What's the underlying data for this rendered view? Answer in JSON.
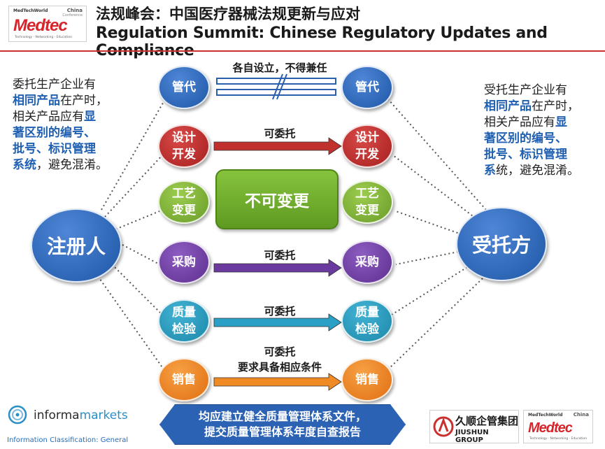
{
  "header": {
    "logo": {
      "top_text": "MedTechWorld",
      "china": "China",
      "conference": "Conference",
      "main": "Medtec",
      "tagline": "Technology · Networking · Education"
    },
    "title_cn": "法规峰会：中国医疗器械法规更新与应对",
    "title_en": "Regulation Summit: Chinese Regulatory Updates and Compliance"
  },
  "left_note": {
    "line1": "委托生产企业有",
    "hl1": "相同产品",
    "line2b": "在产时，",
    "line3a": "相关产品应有",
    "hl2": "显",
    "hl3": "著区别的编号、",
    "hl4": "批号、标识管理",
    "hl5": "系统",
    "line6b": "，避免混淆。"
  },
  "right_note": {
    "line1": "受托生产企业有",
    "hl1": "相同产品",
    "line2b": "在产时，",
    "line3a": "相关产品应有",
    "hl2": "显",
    "hl3": "著区别的编号、",
    "hl4": "批号、标识管理",
    "hl5": "系",
    "line6b": "统，避免混淆。"
  },
  "hubs": {
    "left": "注册人",
    "right": "受托方"
  },
  "rows": [
    {
      "left_l1": "管代",
      "left_l2": "",
      "right_l1": "管代",
      "right_l2": "",
      "label": "各自设立，不得兼任",
      "label2": "",
      "color": "#2a5fae"
    },
    {
      "left_l1": "设计",
      "left_l2": "开发",
      "right_l1": "设计",
      "right_l2": "开发",
      "label": "可委托",
      "label2": "",
      "color": "#c0302d"
    },
    {
      "left_l1": "工艺",
      "left_l2": "变更",
      "right_l1": "工艺",
      "right_l2": "变更",
      "label": "",
      "label2": "",
      "color": "#7db23a"
    },
    {
      "left_l1": "采购",
      "left_l2": "",
      "right_l1": "采购",
      "right_l2": "",
      "label": "可委托",
      "label2": "",
      "color": "#6a3a9e"
    },
    {
      "left_l1": "质量",
      "left_l2": "检验",
      "right_l1": "质量",
      "right_l2": "检验",
      "label": "可委托",
      "label2": "",
      "color": "#2aa0c6"
    },
    {
      "left_l1": "销售",
      "left_l2": "",
      "right_l1": "销售",
      "right_l2": "",
      "label": "可委托",
      "label2": "要求具备相应条件",
      "color": "#f08a24"
    }
  ],
  "center_box": "不可变更",
  "bottom_banner": {
    "line1": "均应建立健全质量管理体系文件，",
    "line2": "提交质量管理体系年度自查报告"
  },
  "footer": {
    "informa_a": "informa",
    "informa_b": "markets",
    "info_class": "Information Classification: General",
    "jiushun_cn": "久顺企管集团",
    "jiushun_en": "JIUSHUN GROUP",
    "medtec_top": "MedTechWorld",
    "medtec_china": "China",
    "medtec_main": "Medtec",
    "medtec_tag": "Technology · Networking · Education"
  }
}
